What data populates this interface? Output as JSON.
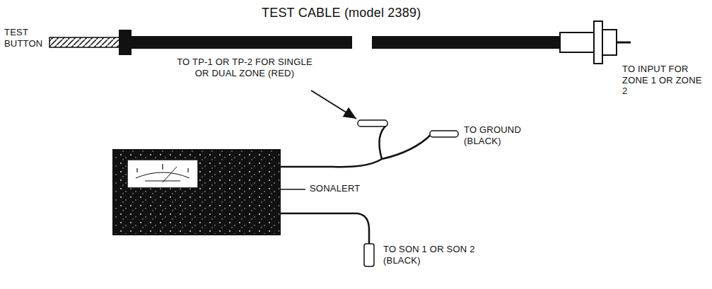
{
  "diagram": {
    "labels": [
      "TEST CABLE (model 2389)",
      "TEST BUTTON",
      "TO INPUT FOR ZONE 1 OR ZONE 2",
      "TO TP-1 OR TP-2 FOR SINGLE OR DUAL ZONE (RED)",
      "TO GROUND (BLACK)",
      "SONALERT",
      "TO SON 1 OR SON 2 (BLACK)"
    ]
  }
}
